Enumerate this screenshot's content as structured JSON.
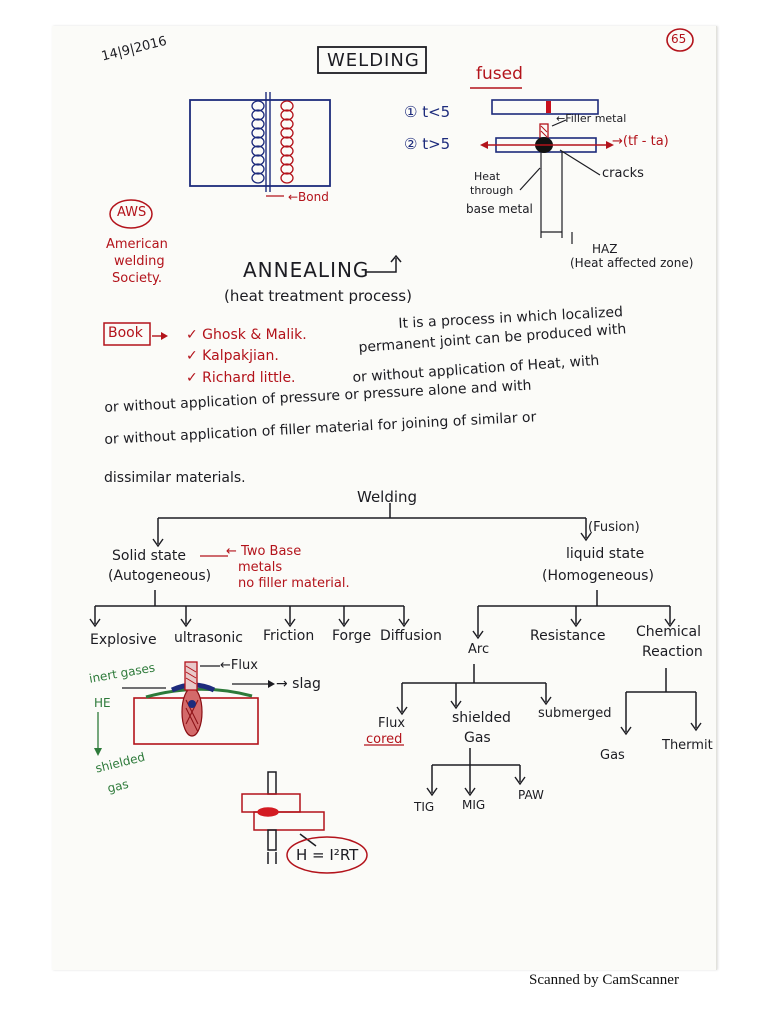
{
  "header": {
    "date": "14|9|2016",
    "page_number": "65",
    "title": "WELDING",
    "fused_label": "fused"
  },
  "joint_sketch": {
    "bond_label": "←Bond",
    "aws_badge": "AWS",
    "aws_full": [
      "American",
      "welding",
      "Society."
    ]
  },
  "fused_sketch": {
    "case1": "① t<5",
    "case2": "② t>5",
    "filler_label": "←Filler metal",
    "heat_flow_label": "→(tf - ta)",
    "crack_label": "cracks",
    "heat_note": [
      "Heat",
      "through",
      "base metal"
    ],
    "haz_label": "HAZ",
    "haz_full": "(Heat affected zone)"
  },
  "annealing": {
    "title": "ANNEALING",
    "subtitle": "(heat treatment process)"
  },
  "books": {
    "label": "Book",
    "items": [
      "✓ Ghosk & Malik.",
      "✓ Kalpakjian.",
      "✓ Richard little."
    ]
  },
  "definition_lines": [
    "It is a process in which localized",
    "permanent joint can be produced with",
    "or without application of Heat, with",
    "or without application of pressure or pressure alone and with",
    "or without application of filler material for joining of similar or",
    "dissimilar materials."
  ],
  "tree": {
    "root": "Welding",
    "fusion_tag": "(Fusion)",
    "solid": {
      "name": "Solid state",
      "sub": "(Autogeneous)"
    },
    "two_base_note": [
      "← Two Base",
      "metals",
      "no filler material."
    ],
    "liquid": {
      "name": "liquid state",
      "sub": "(Homogeneous)"
    },
    "solid_children": [
      "Explosive",
      "ultrasonic",
      "Friction",
      "Forge",
      "Diffusion"
    ],
    "liquid_children": [
      "Arc",
      "Resistance",
      "Chemical",
      "Reaction"
    ],
    "arc_children": [
      "Flux",
      "cored",
      "shielded",
      "Gas",
      "submerged"
    ],
    "gas_children": [
      "TIG",
      "MIG",
      "PAW"
    ],
    "chem_children": [
      "Gas",
      "Thermit"
    ]
  },
  "arc_sketch": {
    "flux_label": "←Flux",
    "slag_label": "→ slag",
    "inert_label": "inert gases",
    "he_label": "HE",
    "shielded_gas": [
      "shielded",
      "gas"
    ]
  },
  "resistance_sketch": {
    "formula": "H = I²RT"
  },
  "footer": "Scanned by CamScanner"
}
